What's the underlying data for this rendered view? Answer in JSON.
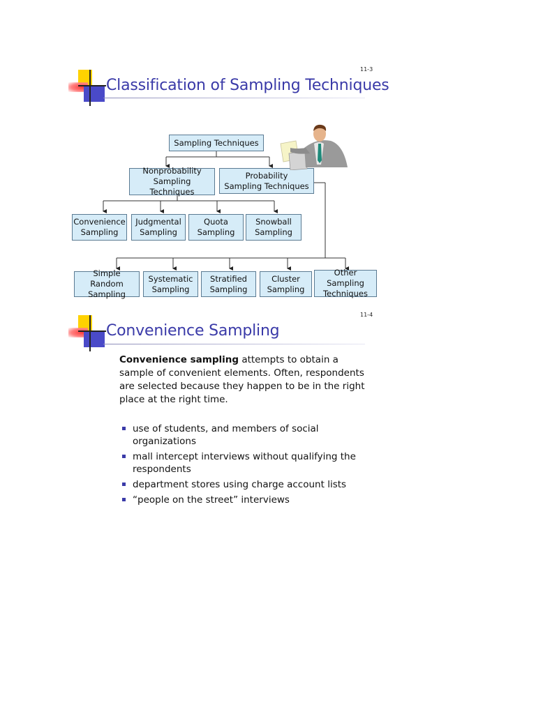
{
  "slide1": {
    "page_number": "11-3",
    "title": "Classification of Sampling Techniques",
    "root": "Sampling Techniques",
    "nonprobability": "Nonprobability\nSampling Techniques",
    "probability": "Probability\nSampling Techniques",
    "nonprob_children": [
      "Convenience\nSampling",
      "Judgmental\nSampling",
      "Quota\nSampling",
      "Snowball\nSampling"
    ],
    "prob_children": [
      "Simple Random\nSampling",
      "Systematic\nSampling",
      "Stratified\nSampling",
      "Cluster\nSampling",
      "Other Sampling\nTechniques"
    ]
  },
  "slide2": {
    "page_number": "11-4",
    "title": "Convenience Sampling",
    "intro_bold": "Convenience sampling",
    "intro_rest": " attempts to obtain a sample of convenient elements.  Often, respondents are selected because they happen to be in the right place at the right time.",
    "bullets": [
      "use of students, and members of social organizations",
      "mall intercept interviews without qualifying the respondents",
      "department stores using charge account lists",
      "“people on the street” interviews"
    ]
  },
  "colors": {
    "title": "#3a3aa8",
    "node_fill": "#d6ecf8",
    "node_border": "#5a7a92",
    "bullet": "#3a3aa8"
  }
}
